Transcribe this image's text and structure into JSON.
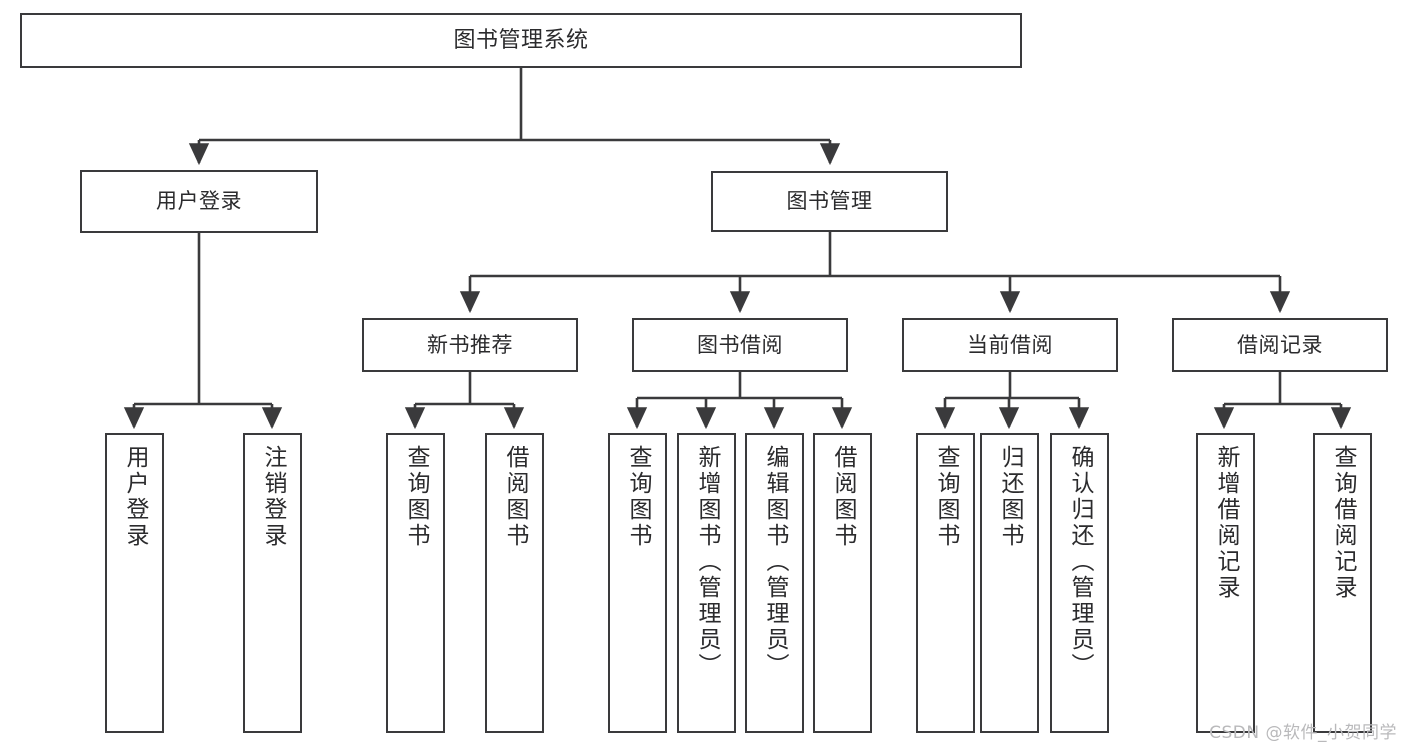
{
  "diagram": {
    "title": "图书管理系统",
    "type": "tree-hierarchy-diagram",
    "watermark": "CSDN @软件_小贺同学",
    "colors": {
      "background": "#ffffff",
      "stroke": "#3a3a3c",
      "text": "#2b2b2d",
      "watermark": "#b9b9bb"
    },
    "nodes": {
      "root": {
        "label": "图书管理系统"
      },
      "level2": [
        {
          "id": "user-login",
          "label": "用户登录"
        },
        {
          "id": "book-management",
          "label": "图书管理"
        }
      ],
      "level3": [
        {
          "id": "new-book-recommend",
          "label": "新书推荐"
        },
        {
          "id": "book-borrow",
          "label": "图书借阅"
        },
        {
          "id": "current-borrow",
          "label": "当前借阅"
        },
        {
          "id": "borrow-record",
          "label": "借阅记录"
        }
      ],
      "leaves": {
        "user-login": [
          {
            "id": "leaf-user-login",
            "label": "用户登录"
          },
          {
            "id": "leaf-user-logout",
            "label": "注销登录"
          }
        ],
        "new-book-recommend": [
          {
            "id": "leaf-query-book-1",
            "label": "查询图书"
          },
          {
            "id": "leaf-borrow-book-1",
            "label": "借阅图书"
          }
        ],
        "book-borrow": [
          {
            "id": "leaf-query-book-2",
            "label": "查询图书"
          },
          {
            "id": "leaf-add-book",
            "label": "新增图书（管理员）"
          },
          {
            "id": "leaf-edit-book",
            "label": "编辑图书（管理员）"
          },
          {
            "id": "leaf-borrow-book-2",
            "label": "借阅图书"
          }
        ],
        "current-borrow": [
          {
            "id": "leaf-query-book-3",
            "label": "查询图书"
          },
          {
            "id": "leaf-return-book",
            "label": "归还图书"
          },
          {
            "id": "leaf-confirm-return",
            "label": "确认归还（管理员）"
          }
        ],
        "borrow-record": [
          {
            "id": "leaf-add-record",
            "label": "新增借阅记录"
          },
          {
            "id": "leaf-query-record",
            "label": "查询借阅记录"
          }
        ]
      }
    }
  }
}
